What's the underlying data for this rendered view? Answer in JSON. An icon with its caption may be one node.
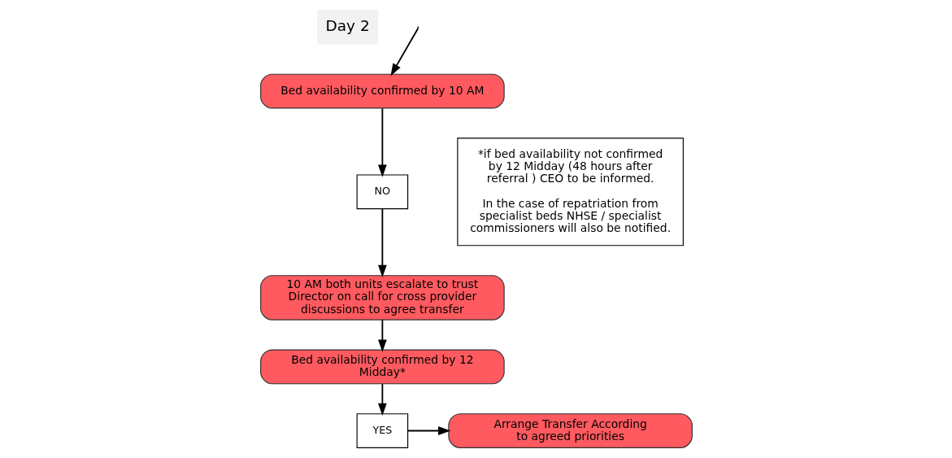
{
  "diagram": {
    "nodes": [
      {
        "text": [
          "Day 2"
        ]
      },
      {
        "text": [
          "Bed availability confirmed by 10 AM"
        ]
      },
      {
        "text": [
          "NO"
        ]
      },
      {
        "text": [
          "10 AM both units escalate to trust Director on call for cross provider discussions to agree transfer"
        ]
      },
      {
        "text": [
          "Bed availability confirmed by 12 Midday*"
        ]
      },
      {
        "text": [
          "YES"
        ]
      },
      {
        "text": [
          "Arrange Transfer According to agreed priorities"
        ]
      },
      {
        "text": [
          "*if bed availability not confirmed by 12 Midday (48 hours after referral ) CEO to be informed.",
          "In the case of repatriation from specialist beds NHSE / specialist commissioners will also be notified."
        ]
      }
    ],
    "edges": [
      {
        "from": null,
        "to": 1,
        "arrow": "to"
      },
      {
        "from": 1,
        "to": 2,
        "arrow": "to"
      },
      {
        "from": 2,
        "to": 3,
        "arrow": "to"
      },
      {
        "from": 3,
        "to": 4,
        "arrow": "to"
      },
      {
        "from": 4,
        "to": 5,
        "arrow": "to"
      },
      {
        "from": 5,
        "to": 6,
        "arrow": "to"
      }
    ]
  }
}
